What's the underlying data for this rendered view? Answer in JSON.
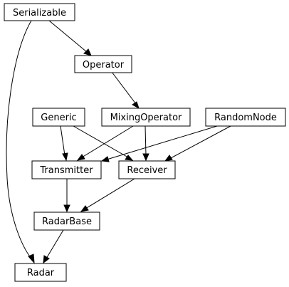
{
  "diagram": {
    "nodes": [
      {
        "id": "serializable",
        "label": "Serializable"
      },
      {
        "id": "operator",
        "label": "Operator"
      },
      {
        "id": "generic",
        "label": "Generic"
      },
      {
        "id": "mixing-operator",
        "label": "MixingOperator"
      },
      {
        "id": "random-node",
        "label": "RandomNode"
      },
      {
        "id": "transmitter",
        "label": "Transmitter"
      },
      {
        "id": "receiver",
        "label": "Receiver"
      },
      {
        "id": "radar-base",
        "label": "RadarBase"
      },
      {
        "id": "radar",
        "label": "Radar"
      }
    ],
    "edges": [
      {
        "from": "serializable",
        "to": "operator"
      },
      {
        "from": "serializable",
        "to": "radar"
      },
      {
        "from": "operator",
        "to": "mixing-operator"
      },
      {
        "from": "generic",
        "to": "transmitter"
      },
      {
        "from": "generic",
        "to": "receiver"
      },
      {
        "from": "mixing-operator",
        "to": "transmitter"
      },
      {
        "from": "mixing-operator",
        "to": "receiver"
      },
      {
        "from": "random-node",
        "to": "transmitter"
      },
      {
        "from": "random-node",
        "to": "receiver"
      },
      {
        "from": "transmitter",
        "to": "radar-base"
      },
      {
        "from": "receiver",
        "to": "radar-base"
      },
      {
        "from": "radar-base",
        "to": "radar"
      }
    ]
  }
}
